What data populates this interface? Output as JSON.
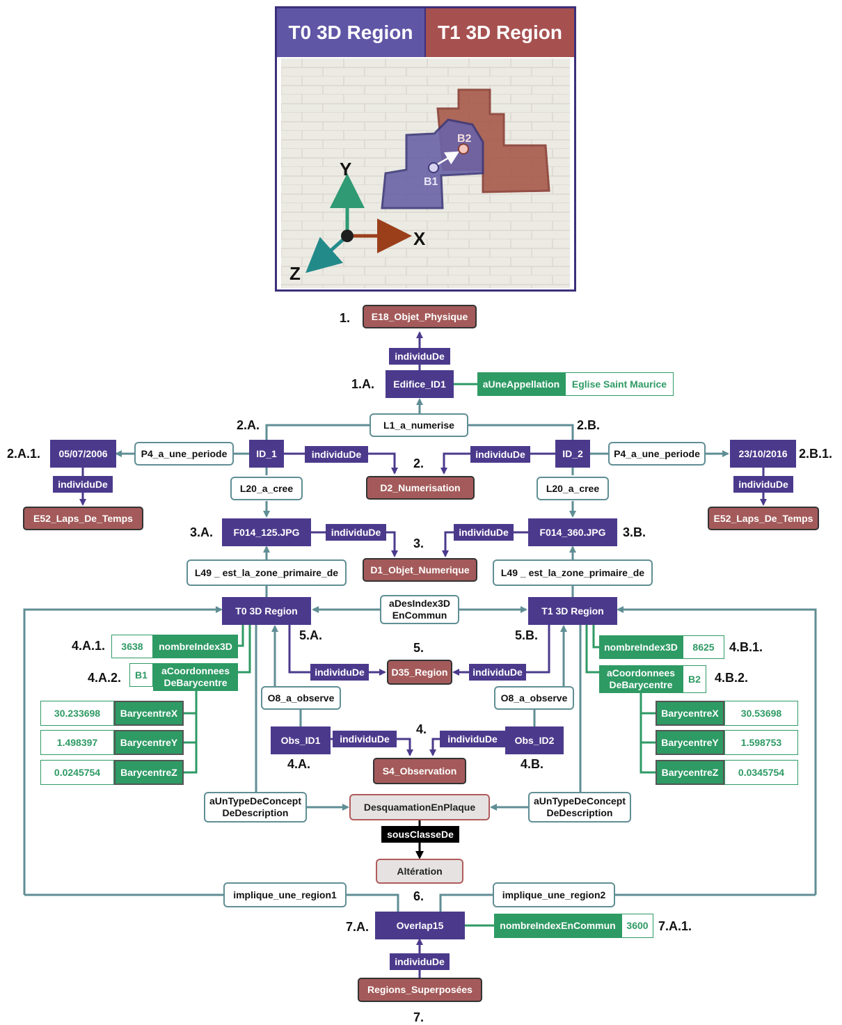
{
  "panel": {
    "t0_header": "T0 3D Region",
    "t1_header": "T1 3D Region",
    "b1": "B1",
    "b2": "B2",
    "axis_x": "X",
    "axis_y": "Y",
    "axis_z": "Z"
  },
  "nodes": {
    "e18": "E18_Objet_Physique",
    "individuDe": "individuDe",
    "edifice": "Edifice_ID1",
    "aUneAppellation": "aUneAppellation",
    "eglise": "Eglise Saint Maurice",
    "l1": "L1_a_numerise",
    "id1": "ID_1",
    "id2": "ID_2",
    "p4": "P4_a_une_periode",
    "date1": "05/07/2006",
    "date2": "23/10/2016",
    "e52": "E52_Laps_De_Temps",
    "d2": "D2_Numerisation",
    "l20": "L20_a_cree",
    "f125": "F014_125.JPG",
    "f360": "F014_360.JPG",
    "d1": "D1_Objet_Numerique",
    "l49": "L49 _ est_la_zone_primaire_de",
    "t0region": "T0 3D Region",
    "t1region": "T1 3D Region",
    "adesindex_1": "aDesIndex3D",
    "adesindex_2": "EnCommun",
    "nombreIndex3D": "nombreIndex3D",
    "val3638": "3638",
    "val8625": "8625",
    "acoord_1": "aCoordonnees",
    "acoord_2": "DeBarycentre",
    "b1": "B1",
    "b2": "B2",
    "bx": "BarycentreX",
    "by": "BarycentreY",
    "bz": "BarycentreZ",
    "x1": "30.233698",
    "y1": "1.498397",
    "z1": "0.0245754",
    "x2": "30.53698",
    "y2": "1.598753",
    "z2": "0.0345754",
    "d35": "D35_Region",
    "o8": "O8_a_observe",
    "obs1": "Obs_ID1",
    "obs2": "Obs_ID2",
    "s4": "S4_Observation",
    "atype_1": "aUnTypeDeConcept",
    "atype_2": "DeDescription",
    "desq": "DesquamationEnPlaque",
    "sousClasseDe": "sousClasseDe",
    "alteration": "Altération",
    "implique1": "implique_une_region1",
    "implique2": "implique_une_region2",
    "overlap": "Overlap15",
    "nombreIndexEnCommun": "nombreIndexEnCommun",
    "val3600": "3600",
    "regions": "Regions_Superposées"
  },
  "labels": {
    "n1": "1.",
    "n1a": "1.A.",
    "n2": "2.",
    "n2a": "2.A.",
    "n2b": "2.B.",
    "n2a1": "2.A.1.",
    "n2b1": "2.B.1.",
    "n3": "3.",
    "n3a": "3.A.",
    "n3b": "3.B.",
    "n4": "4.",
    "n4a": "4.A.",
    "n4b": "4.B.",
    "n4a1": "4.A.1.",
    "n4a2": "4.A.2.",
    "n4b1": "4.B.1.",
    "n4b2": "4.B.2.",
    "n5": "5.",
    "n5a": "5.A.",
    "n5b": "5.B.",
    "n6": "6.",
    "n7": "7.",
    "n7a": "7.A.",
    "n7a1": "7.A.1."
  },
  "colors": {
    "purple": "#4b3a8c",
    "brown": "#a45a5a",
    "green": "#2e9a64",
    "teal": "#5f8e94",
    "t0": "#5f56a6",
    "t1": "#a65150"
  }
}
